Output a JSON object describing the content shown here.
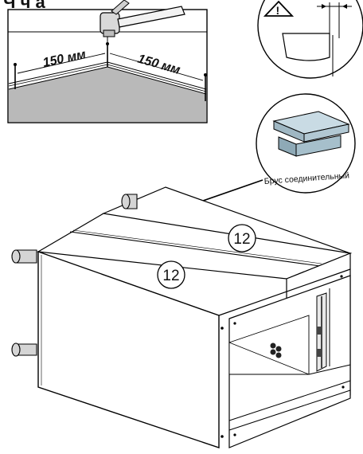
{
  "inset_floor": {
    "left_dimension": "150 мм",
    "right_dimension": "150 мм"
  },
  "inset_warning": {
    "symbol": "!"
  },
  "inset_connector": {
    "caption": "Брус соединительный"
  },
  "cabinet": {
    "part_number_back": "12",
    "part_number_front": "12"
  }
}
